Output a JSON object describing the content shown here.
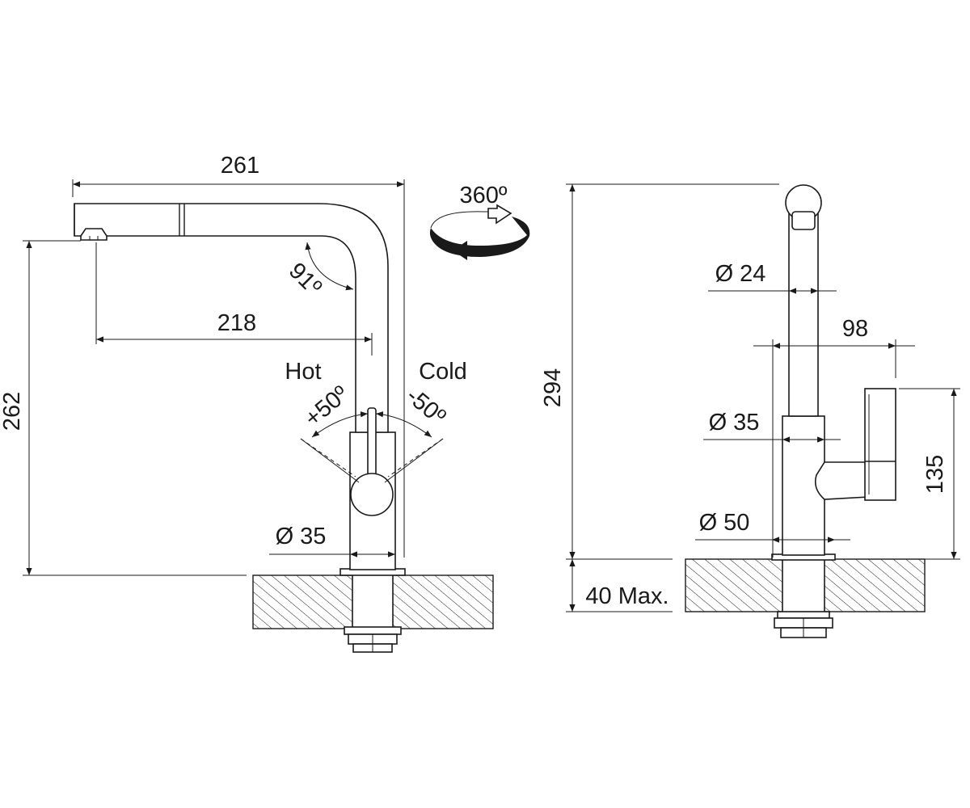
{
  "side_view": {
    "width_total": "261",
    "reach": "218",
    "height_spout": "262",
    "spout_angle": "91º",
    "rotation": "360º",
    "hot_label": "Hot",
    "cold_label": "Cold",
    "hot_angle": "+50º",
    "cold_angle": "-50º",
    "base_diameter": "Ø 35"
  },
  "front_view": {
    "height_total": "294",
    "tube_diameter": "Ø 24",
    "handle_offset": "98",
    "body_diameter": "Ø 35",
    "handle_height": "135",
    "flange_diameter": "Ø 50",
    "counter_thickness": "40 Max."
  }
}
